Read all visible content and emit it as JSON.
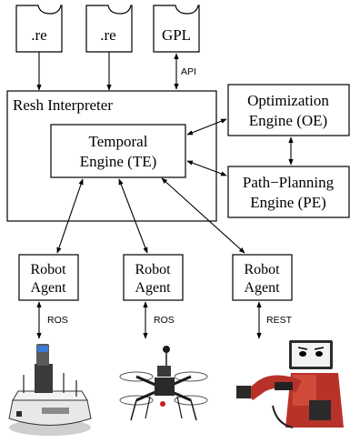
{
  "files": {
    "re1": ".re",
    "re2": ".re",
    "gpl": "GPL"
  },
  "edges": {
    "api": "API",
    "ros1": "ROS",
    "ros2": "ROS",
    "rest": "REST"
  },
  "resh": {
    "title": "Resh Interpreter"
  },
  "temporal": {
    "line1": "Temporal",
    "line2": "Engine (TE)"
  },
  "optimization": {
    "line1": "Optimization",
    "line2": "Engine (OE)"
  },
  "path_planning": {
    "line1": "Path−Planning",
    "line2": "Engine (PE)"
  },
  "agents": [
    {
      "line1": "Robot",
      "line2": "Agent"
    },
    {
      "line1": "Robot",
      "line2": "Agent"
    },
    {
      "line1": "Robot",
      "line2": "Agent"
    }
  ],
  "robots": [
    {
      "icon": "ground-robot-icon"
    },
    {
      "icon": "quadcopter-drone-icon"
    },
    {
      "icon": "humanoid-arm-robot-icon"
    }
  ]
}
